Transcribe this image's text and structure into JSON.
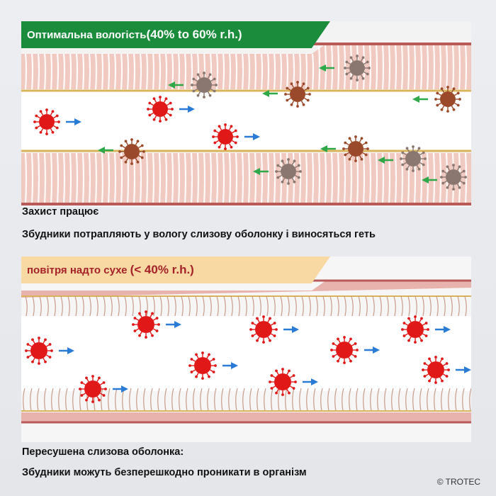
{
  "top": {
    "banner_prefix": "Оптимальна вологість",
    "banner_range": "(40% to 60% r.h.)",
    "caption_title": "Захист працює",
    "caption_text": "Збудники потрапляють у вологу слизову оболонку і виносяться геть"
  },
  "bottom": {
    "banner_prefix": "повітря надто сухе",
    "banner_range": "(< 40% r.h.)",
    "caption_title": "Пересушена слизова оболонка:",
    "caption_text": "Збудники можуть безперешкодно проникати в організм"
  },
  "copyright": "© TROTEC",
  "colors": {
    "tissue": "#f0c9c0",
    "tissue_border": "#b85a58",
    "moisture_line": "#d9b45a",
    "active_pathogen": "#e01818",
    "trapped_pathogen": "#9a4a2a",
    "inactive_pathogen": "#8a7770",
    "flow_arrow": "#2a7bd6",
    "removal_arrow": "#2fa84a",
    "top_banner": "#1a8c3c",
    "bottom_banner": "#f8d9a4"
  },
  "icons": [
    "red-virus-icon",
    "trapped-virus-icon",
    "inactive-virus-icon",
    "blue-arrow-right-icon",
    "green-arrow-left-icon"
  ]
}
